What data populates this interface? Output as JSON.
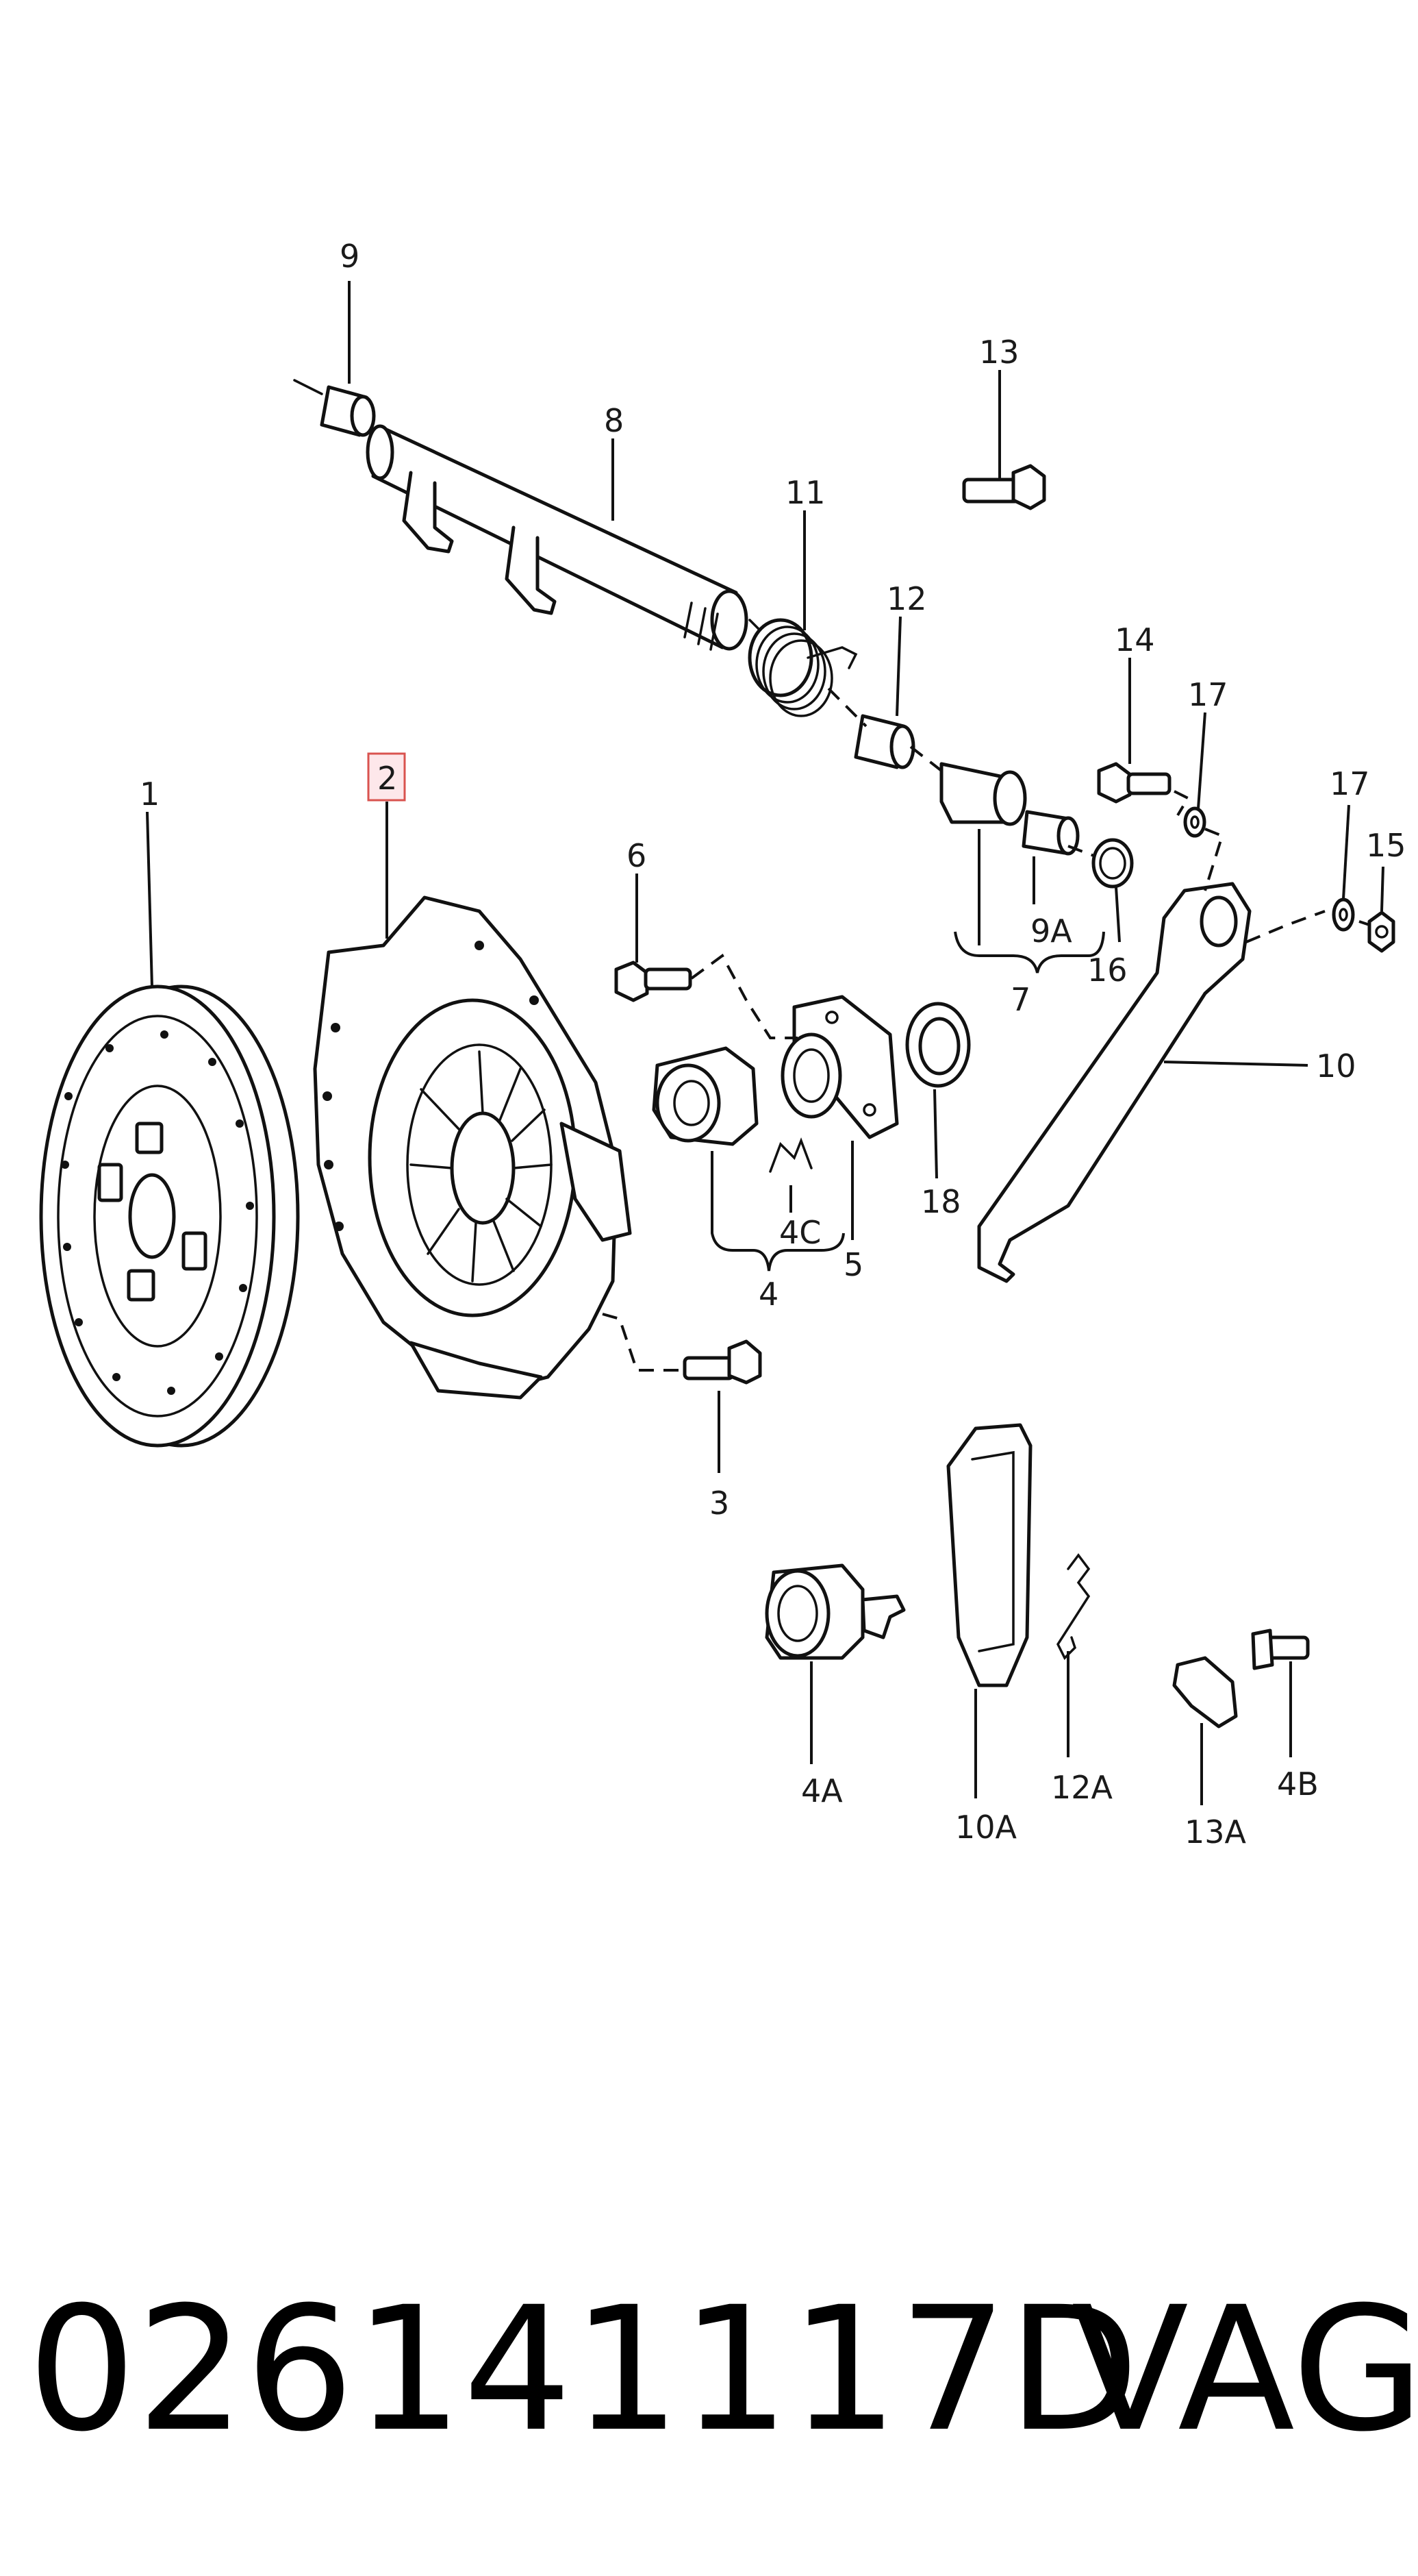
{
  "callouts": {
    "c1": "1",
    "c2": "2",
    "c3": "3",
    "c4": "4",
    "c4A": "4A",
    "c4B": "4B",
    "c4C": "4C",
    "c5": "5",
    "c6": "6",
    "c7": "7",
    "c8": "8",
    "c9": "9",
    "c9A": "9A",
    "c10": "10",
    "c10A": "10A",
    "c11": "11",
    "c12": "12",
    "c12A": "12A",
    "c13": "13",
    "c13A": "13A",
    "c14": "14",
    "c15": "15",
    "c16": "16",
    "c17a": "17",
    "c17b": "17",
    "c18": "18"
  },
  "highlighted_callout": "2",
  "highlight_color": "#fde7ea",
  "highlight_border": "#d9534f",
  "footer": {
    "part_number": "026141117D",
    "brand": "VAG"
  }
}
